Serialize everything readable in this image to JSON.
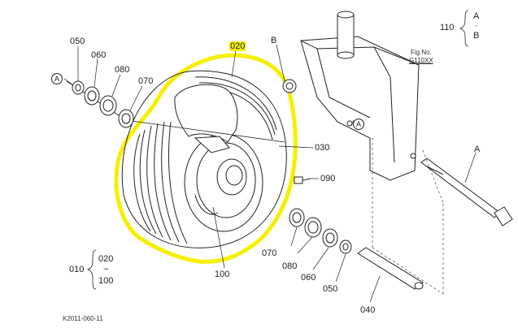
{
  "callouts": {
    "p050_left": "050",
    "p060_left": "060",
    "p080_left": "080",
    "p070_left": "070",
    "p020": "020",
    "pB_top": "B",
    "p030": "030",
    "p090": "090",
    "p070_bottom": "070",
    "p080_bottom": "080",
    "p060_bottom": "060",
    "p050_bottom": "050",
    "p040": "040",
    "p100": "100",
    "pA_shaft": "A"
  },
  "refs": {
    "A_left": "A",
    "A_bracket": "A"
  },
  "range_110": {
    "number": "110",
    "top": "A",
    "dot": "·",
    "bottom": "B"
  },
  "range_010": {
    "number": "010",
    "from": "020",
    "tilde": "~",
    "to": "100"
  },
  "fig": {
    "label": "Fig.No.",
    "code": "G110XX"
  },
  "footer_code": "K2011-060-11",
  "colors": {
    "highlight": "#f4f000",
    "line": "#222222"
  }
}
